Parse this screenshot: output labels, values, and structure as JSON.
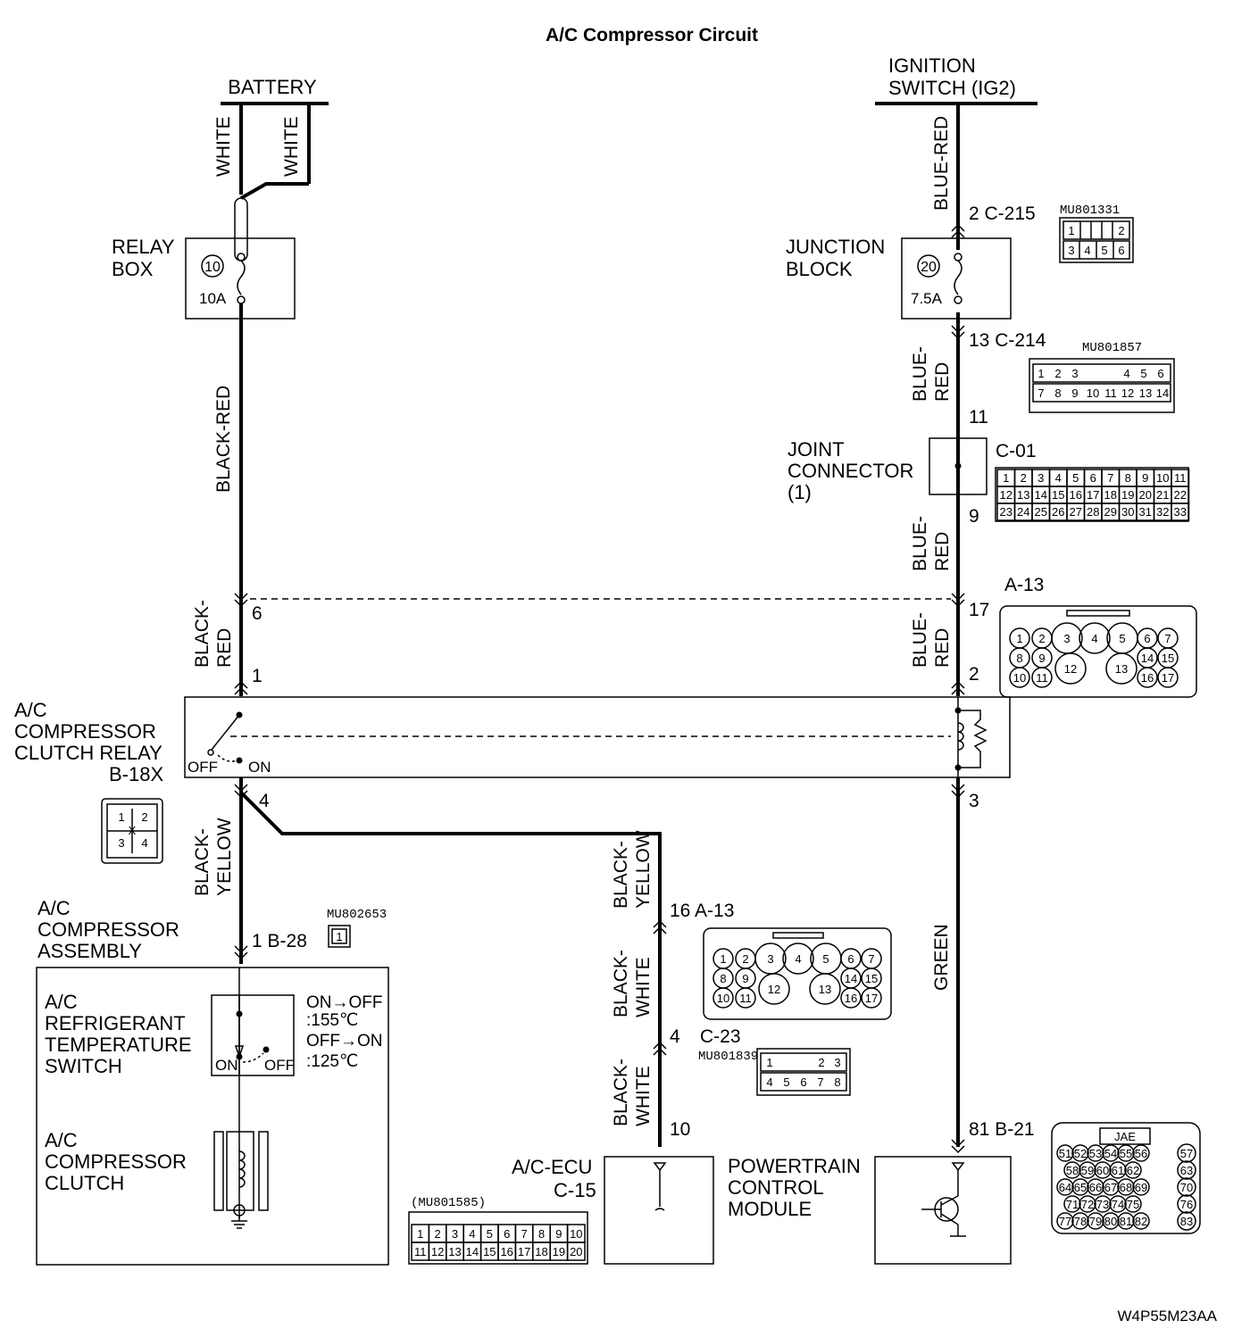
{
  "title": "A/C Compressor Circuit",
  "diagram_code": "W4P55M23AA",
  "components": {
    "battery": "BATTERY",
    "ignition_switch": [
      "IGNITION",
      "SWITCH (IG2)"
    ],
    "relay_box": [
      "RELAY",
      "BOX"
    ],
    "relay_box_fuse_no": "10",
    "relay_box_fuse_rating": "10A",
    "junction_block": [
      "JUNCTION",
      "BLOCK"
    ],
    "junction_block_fuse_no": "20",
    "junction_block_fuse_rating": "7.5A",
    "joint_connector": [
      "JOINT",
      "CONNECTOR",
      "(1)"
    ],
    "clutch_relay": [
      "A/C",
      "COMPRESSOR",
      "CLUTCH RELAY"
    ],
    "clutch_relay_code": "B-18X",
    "relay_off": "OFF",
    "relay_on": "ON",
    "compressor_assembly": [
      "A/C",
      "COMPRESSOR",
      "ASSEMBLY"
    ],
    "temp_switch": [
      "A/C",
      "REFRIGERANT",
      "TEMPERATURE",
      "SWITCH"
    ],
    "temp_switch_on": "ON",
    "temp_switch_off": "OFF",
    "temp_spec": [
      "ON→OFF",
      ":155℃",
      "OFF→ON",
      ":125℃"
    ],
    "compressor_clutch": [
      "A/C",
      "COMPRESSOR",
      "CLUTCH"
    ],
    "ac_ecu": "A/C-ECU",
    "ac_ecu_code": "C-15",
    "pcm": [
      "POWERTRAIN",
      "CONTROL",
      "MODULE"
    ]
  },
  "wires": {
    "white1": "WHITE",
    "white2": "WHITE",
    "black_red": "BLACK-RED",
    "black_red_split": [
      "BLACK-",
      "RED"
    ],
    "blue_red": "BLUE-RED",
    "blue_red_split": [
      "BLUE-",
      "RED"
    ],
    "black_yellow": [
      "BLACK-",
      "YELLOW"
    ],
    "black_white": [
      "BLACK-",
      "WHITE"
    ],
    "green": "GREEN"
  },
  "pins": {
    "c215": "2  C-215",
    "c214": "13  C-214",
    "c01_top": "11",
    "c01_label": "C-01",
    "c01_bottom": "9",
    "a13_right_top": "17",
    "a13_right_label": "A-13",
    "relay_left_in": "6",
    "relay_left_pin": "1",
    "relay_right_pin": "2",
    "relay_out_left": "4",
    "relay_out_right": "3",
    "b28": "1  B-28",
    "a13_mid": "16  A-13",
    "c23": "4",
    "c23_label": "C-23",
    "c15_pin": "10",
    "b21": "81  B-21"
  },
  "connectors": {
    "mu801331": "MU801331",
    "mu801331_rows": [
      [
        "1",
        "",
        "2"
      ],
      [
        "3",
        "4",
        "5",
        "6"
      ]
    ],
    "mu801857": "MU801857",
    "mu801857_rows": [
      [
        "1",
        "2",
        "3",
        "",
        "4",
        "5",
        "6"
      ],
      [
        "7",
        "8",
        "9",
        "10",
        "11",
        "12",
        "13",
        "14"
      ]
    ],
    "c01_rows": [
      [
        "1",
        "2",
        "3",
        "4",
        "5",
        "6",
        "7",
        "8",
        "9",
        "10",
        "11"
      ],
      [
        "12",
        "13",
        "14",
        "15",
        "16",
        "17",
        "18",
        "19",
        "20",
        "21",
        "22"
      ],
      [
        "23",
        "24",
        "25",
        "26",
        "27",
        "28",
        "29",
        "30",
        "31",
        "32",
        "33"
      ]
    ],
    "a13_pins": [
      "1",
      "2",
      "3",
      "4",
      "5",
      "6",
      "7",
      "8",
      "9",
      "10",
      "11",
      "12",
      "13",
      "14",
      "15",
      "16",
      "17"
    ],
    "b18x_pins": [
      "1",
      "2",
      "3",
      "4",
      "X"
    ],
    "mu802653": "MU802653",
    "b28_pin": "1",
    "mu801839": "MU801839",
    "mu801839_rows": [
      [
        "1",
        "",
        "2",
        "3"
      ],
      [
        "4",
        "5",
        "6",
        "7",
        "8"
      ]
    ],
    "mu801585": "(MU801585)",
    "mu801585_rows": [
      [
        "1",
        "2",
        "3",
        "4",
        "5",
        "6",
        "7",
        "8",
        "9",
        "10"
      ],
      [
        "11",
        "12",
        "13",
        "14",
        "15",
        "16",
        "17",
        "18",
        "19",
        "20"
      ]
    ],
    "jae": "JAE",
    "b21_rows": [
      [
        "51",
        "52",
        "53",
        "54",
        "55",
        "56",
        "57"
      ],
      [
        "58",
        "59",
        "60",
        "61",
        "62",
        "63"
      ],
      [
        "64",
        "65",
        "66",
        "67",
        "68",
        "69",
        "70"
      ],
      [
        "71",
        "72",
        "73",
        "74",
        "75",
        "76"
      ],
      [
        "77",
        "78",
        "79",
        "80",
        "81",
        "82",
        "83"
      ]
    ]
  }
}
